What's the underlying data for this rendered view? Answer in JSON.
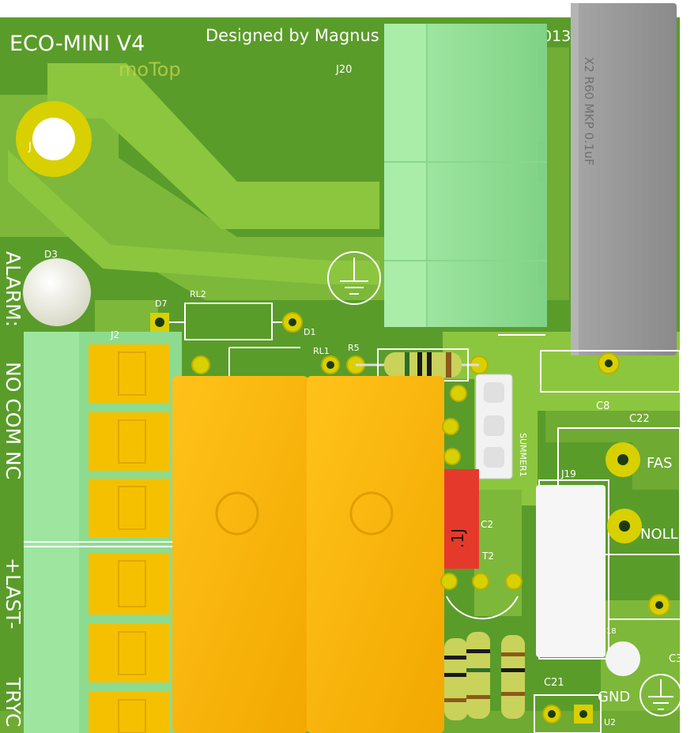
{
  "board": {
    "title": "ECO-MINI V4",
    "designer": "Designed by Magnus",
    "year_fragment": "013",
    "logo_text": "moTop",
    "colors": {
      "pcb": "#5a9c2a",
      "trace": "#8cc63f",
      "pad": "#d8d000",
      "silkscreen": "#ffffff",
      "relay": "#f8b400",
      "terminal": "#9fe09f",
      "capacitor_grey": "#9a9a9a",
      "capacitor_red": "#e53a2b"
    }
  },
  "labels": {
    "alarm": "ALARM:",
    "no_com_nc": "NO COM NC",
    "last": "+LAST-",
    "tryc": "TRYC",
    "fas": "FAS",
    "noll": "NOLL",
    "gnd": "GND"
  },
  "refdes": {
    "j20": "J20",
    "d3": "D3",
    "d7": "D7",
    "rl2": "RL2",
    "d1": "D1",
    "rl1": "RL1",
    "r5": "R5",
    "j2": "J2",
    "c8": "C8",
    "c22": "C22",
    "j19": "J19",
    "c2": "C2",
    "t2": "T2",
    "summer1": "SUMMER1",
    "c3": "C3",
    "c21": "C21",
    "u2": "U2",
    "j18": "J18"
  },
  "components": {
    "cap_mark": ".1J",
    "x2_cap_text": "X2 R60 MKP 0.1uF"
  }
}
